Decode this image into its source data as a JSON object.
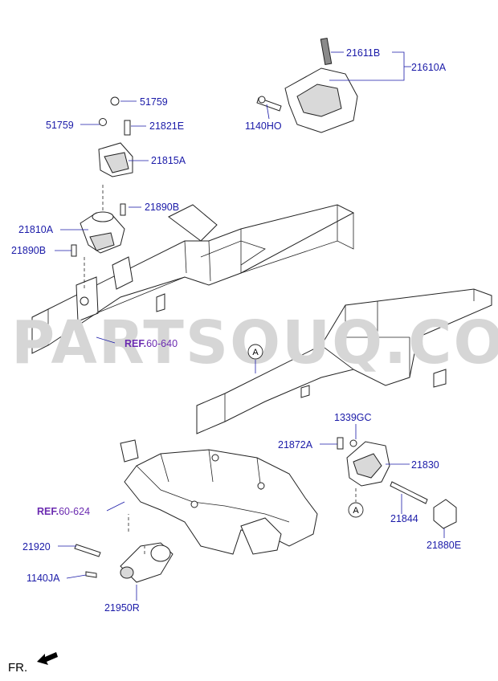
{
  "watermark": "PARTSOUQ.COM",
  "orientation_label": "FR.",
  "references": [
    {
      "prefix": "REF.",
      "number": "60-640"
    },
    {
      "prefix": "REF.",
      "number": "60-624"
    }
  ],
  "callout_markers": [
    "A",
    "A"
  ],
  "parts": {
    "p21611B": "21611B",
    "p21610A": "21610A",
    "p1140HO": "1140HO",
    "p51759_top": "51759",
    "p51759_left": "51759",
    "p21821E": "21821E",
    "p21815A": "21815A",
    "p21890B_top": "21890B",
    "p21810A": "21810A",
    "p21890B_left": "21890B",
    "p1339GC": "1339GC",
    "p21872A": "21872A",
    "p21830": "21830",
    "p21844": "21844",
    "p21880E": "21880E",
    "p21920": "21920",
    "p1140JA": "1140JA",
    "p21950R": "21950R"
  },
  "colors": {
    "part_label": "#1a1aa8",
    "reference_label": "#6b2bb0",
    "watermark": "#d6d6d6"
  }
}
